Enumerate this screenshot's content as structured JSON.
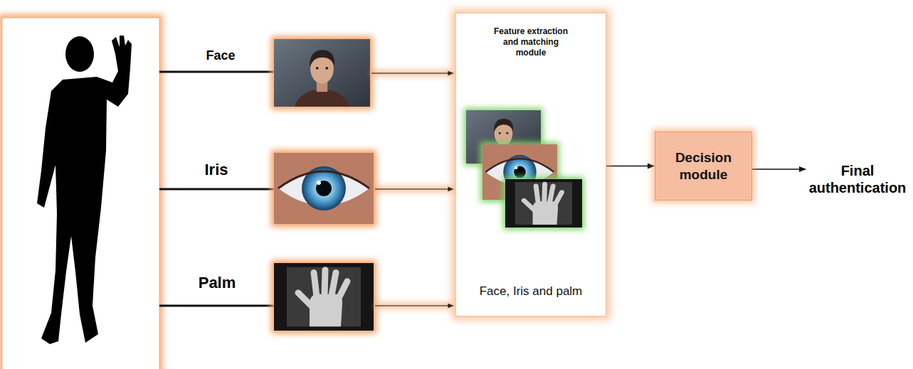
{
  "diagram": {
    "nodes": [
      {
        "text": [
          "Feature extraction and matching module",
          "Face, Iris and palm"
        ]
      },
      {
        "text": [
          "Decision module"
        ]
      }
    ],
    "edges": [
      {
        "from": 0,
        "to": 1,
        "arrow": "to"
      }
    ],
    "labels": [
      "Face",
      "Iris",
      "Palm",
      "Final authentication"
    ]
  }
}
